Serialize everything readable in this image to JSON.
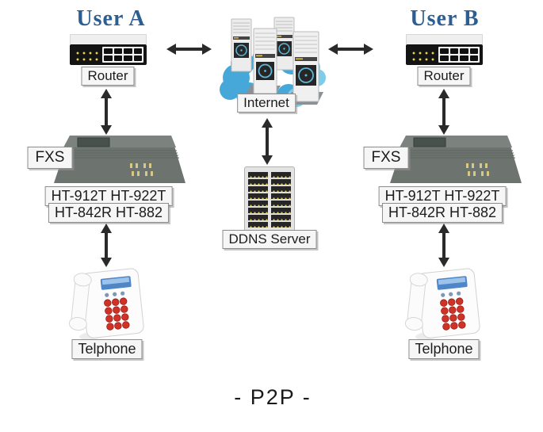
{
  "diagram_title": "- P2P -",
  "user_a": {
    "title": "User A",
    "router": "Router",
    "fxs": "FXS",
    "models_line1": "HT-912T HT-922T",
    "models_line2": "HT-842R HT-882",
    "phone": "Telphone"
  },
  "user_b": {
    "title": "User B",
    "router": "Router",
    "fxs": "FXS",
    "models_line1": "HT-912T HT-922T",
    "models_line2": "HT-842R HT-882",
    "phone": "Telphone"
  },
  "center": {
    "internet": "Internet",
    "ddns": "DDNS Server"
  },
  "colors": {
    "user_title_blue": "#2d5e92",
    "cloud_blue": "#45a8d8",
    "cloud_blue_light": "#7ecbea",
    "arrow_black": "#2a2a2a",
    "phone_key_red": "#cf3227",
    "led_yellow": "#e8d44f",
    "device_gray": "#6d7470"
  }
}
